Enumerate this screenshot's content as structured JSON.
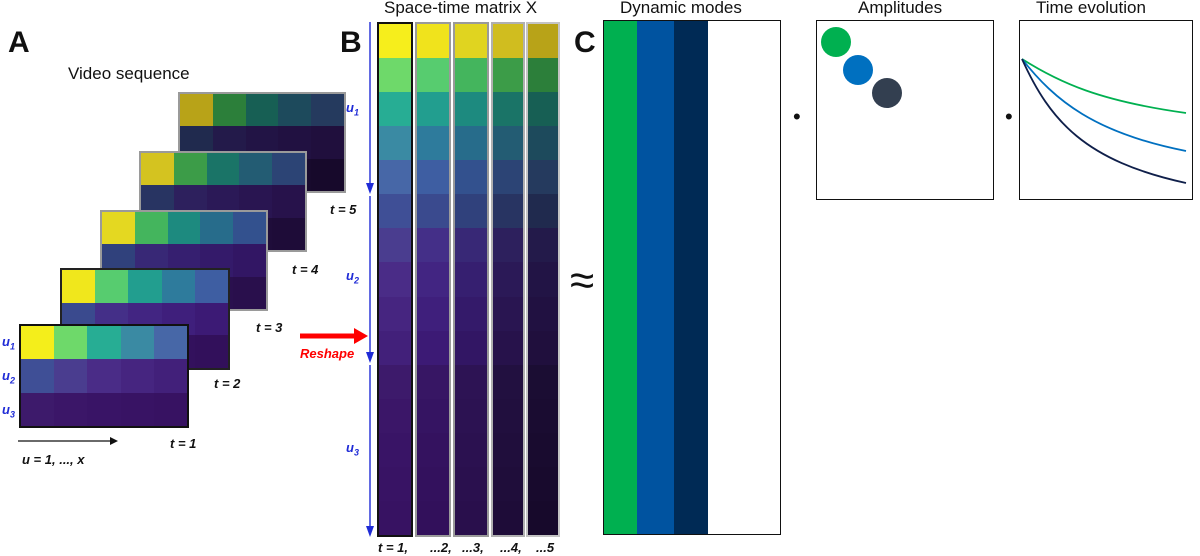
{
  "panel_a": {
    "letter": "A",
    "title": "Video sequence",
    "row_labels": [
      {
        "letter": "u",
        "sub": "1"
      },
      {
        "letter": "u",
        "sub": "2"
      },
      {
        "letter": "u",
        "sub": "3"
      }
    ],
    "frame_time_labels": [
      "t = 1",
      "t = 2",
      "t = 3",
      "t = 4",
      "t = 5"
    ],
    "axis_label": "u = 1, ..., x",
    "frames": [
      [
        [
          "#f4ee1b",
          "#6ed96a",
          "#27ad94",
          "#3a8aa3",
          "#4767a7"
        ],
        [
          "#3f4f96",
          "#4a3d8f",
          "#4a2c87",
          "#462580",
          "#42207a"
        ],
        [
          "#3d1a6b",
          "#3b1668",
          "#391466",
          "#381364",
          "#371262"
        ]
      ],
      [
        [
          "#f0e71c",
          "#57cc6f",
          "#229e8f",
          "#2e7b9c",
          "#3e5ea2"
        ],
        [
          "#3a4a8e",
          "#442f88",
          "#422582",
          "#3f1f7c",
          "#3c1a75"
        ],
        [
          "#371664",
          "#351462",
          "#34125f",
          "#33115d",
          "#32105b"
        ]
      ],
      [
        [
          "#e4d821",
          "#44b55d",
          "#1d8a7f",
          "#276c8b",
          "#33518e"
        ],
        [
          "#30417c",
          "#382876",
          "#361f70",
          "#341a6a",
          "#321664"
        ],
        [
          "#2d1354",
          "#2c1252",
          "#2b1150",
          "#2a104e",
          "#290f4c"
        ]
      ],
      [
        [
          "#d4c320",
          "#3c9c48",
          "#1a7467",
          "#235c73",
          "#2c4475"
        ],
        [
          "#283462",
          "#2d205d",
          "#2b1957",
          "#291551",
          "#27124b"
        ],
        [
          "#221040",
          "#210f3e",
          "#200e3c",
          "#1f0d3a",
          "#1e0c38"
        ]
      ],
      [
        [
          "#b8a318",
          "#2c7f3a",
          "#175f54",
          "#1d4a5c",
          "#253a5e"
        ],
        [
          "#202a4e",
          "#231a4a",
          "#221445",
          "#211141",
          "#200f3d"
        ],
        [
          "#1b0d33",
          "#1a0c31",
          "#190b2f",
          "#180a2d",
          "#17092b"
        ]
      ]
    ]
  },
  "panel_b": {
    "letter": "B",
    "title": "Space-time matrix X",
    "row_labels": [
      {
        "letter": "u",
        "sub": "1"
      },
      {
        "letter": "u",
        "sub": "2"
      },
      {
        "letter": "u",
        "sub": "3"
      }
    ],
    "arrow_label": "Reshape",
    "column_labels": [
      "t = 1,",
      "...2,",
      "...3,",
      "...4,",
      "...5"
    ],
    "columns": [
      [
        "#f6ee1c",
        "#6ed96a",
        "#27ad94",
        "#3a8aa3",
        "#4767a7",
        "#3f4f96",
        "#4a3d8f",
        "#4a2c87",
        "#462580",
        "#42207a",
        "#3d1a6b",
        "#3b1668",
        "#391466",
        "#381364",
        "#371262"
      ],
      [
        "#f0e31c",
        "#57cc6f",
        "#229e8f",
        "#2e7b9c",
        "#3e5ea2",
        "#3a4a8e",
        "#442f88",
        "#422582",
        "#3f1f7c",
        "#3c1a75",
        "#371664",
        "#351462",
        "#34125f",
        "#33115d",
        "#32105b"
      ],
      [
        "#e0d420",
        "#44b55d",
        "#1d8a7f",
        "#276c8b",
        "#33518e",
        "#30417c",
        "#382876",
        "#361f70",
        "#341a6a",
        "#321664",
        "#2d1354",
        "#2c1252",
        "#2b1150",
        "#2a104e",
        "#290f4c"
      ],
      [
        "#d0bd1f",
        "#3c9c48",
        "#1a7467",
        "#235c73",
        "#2c4475",
        "#283462",
        "#2d205d",
        "#2b1957",
        "#291551",
        "#27124b",
        "#221040",
        "#210f3e",
        "#200e3c",
        "#1f0d3a",
        "#1e0c38"
      ],
      [
        "#b8a318",
        "#2c7f3a",
        "#175f54",
        "#1d4a5c",
        "#253a5e",
        "#202a4e",
        "#231a4a",
        "#221445",
        "#211141",
        "#200f3d",
        "#1b0d33",
        "#1a0c31",
        "#190b2f",
        "#180a2d",
        "#17092b"
      ]
    ]
  },
  "panel_c": {
    "letter": "C",
    "approx_symbol": "≈",
    "dot_symbol": "•",
    "dynamic_modes": {
      "title": "Dynamic modes",
      "colors": [
        "#00b050",
        "#0053a0",
        "#002a55"
      ]
    },
    "amplitudes": {
      "title": "Amplitudes",
      "colors": [
        "#00b050",
        "#0070c0",
        "#333f50"
      ]
    },
    "time_evolution": {
      "title": "Time evolution",
      "colors": [
        "#00b050",
        "#0070c0",
        "#0f1f4a"
      ]
    }
  },
  "colors": {
    "frame_border": "#111111",
    "frame_border_back": "#9a9a9a",
    "u_label": "#1f2bd6",
    "arrow_blue": "#1f2bd6",
    "reshape_arrow": "#ff0000"
  }
}
